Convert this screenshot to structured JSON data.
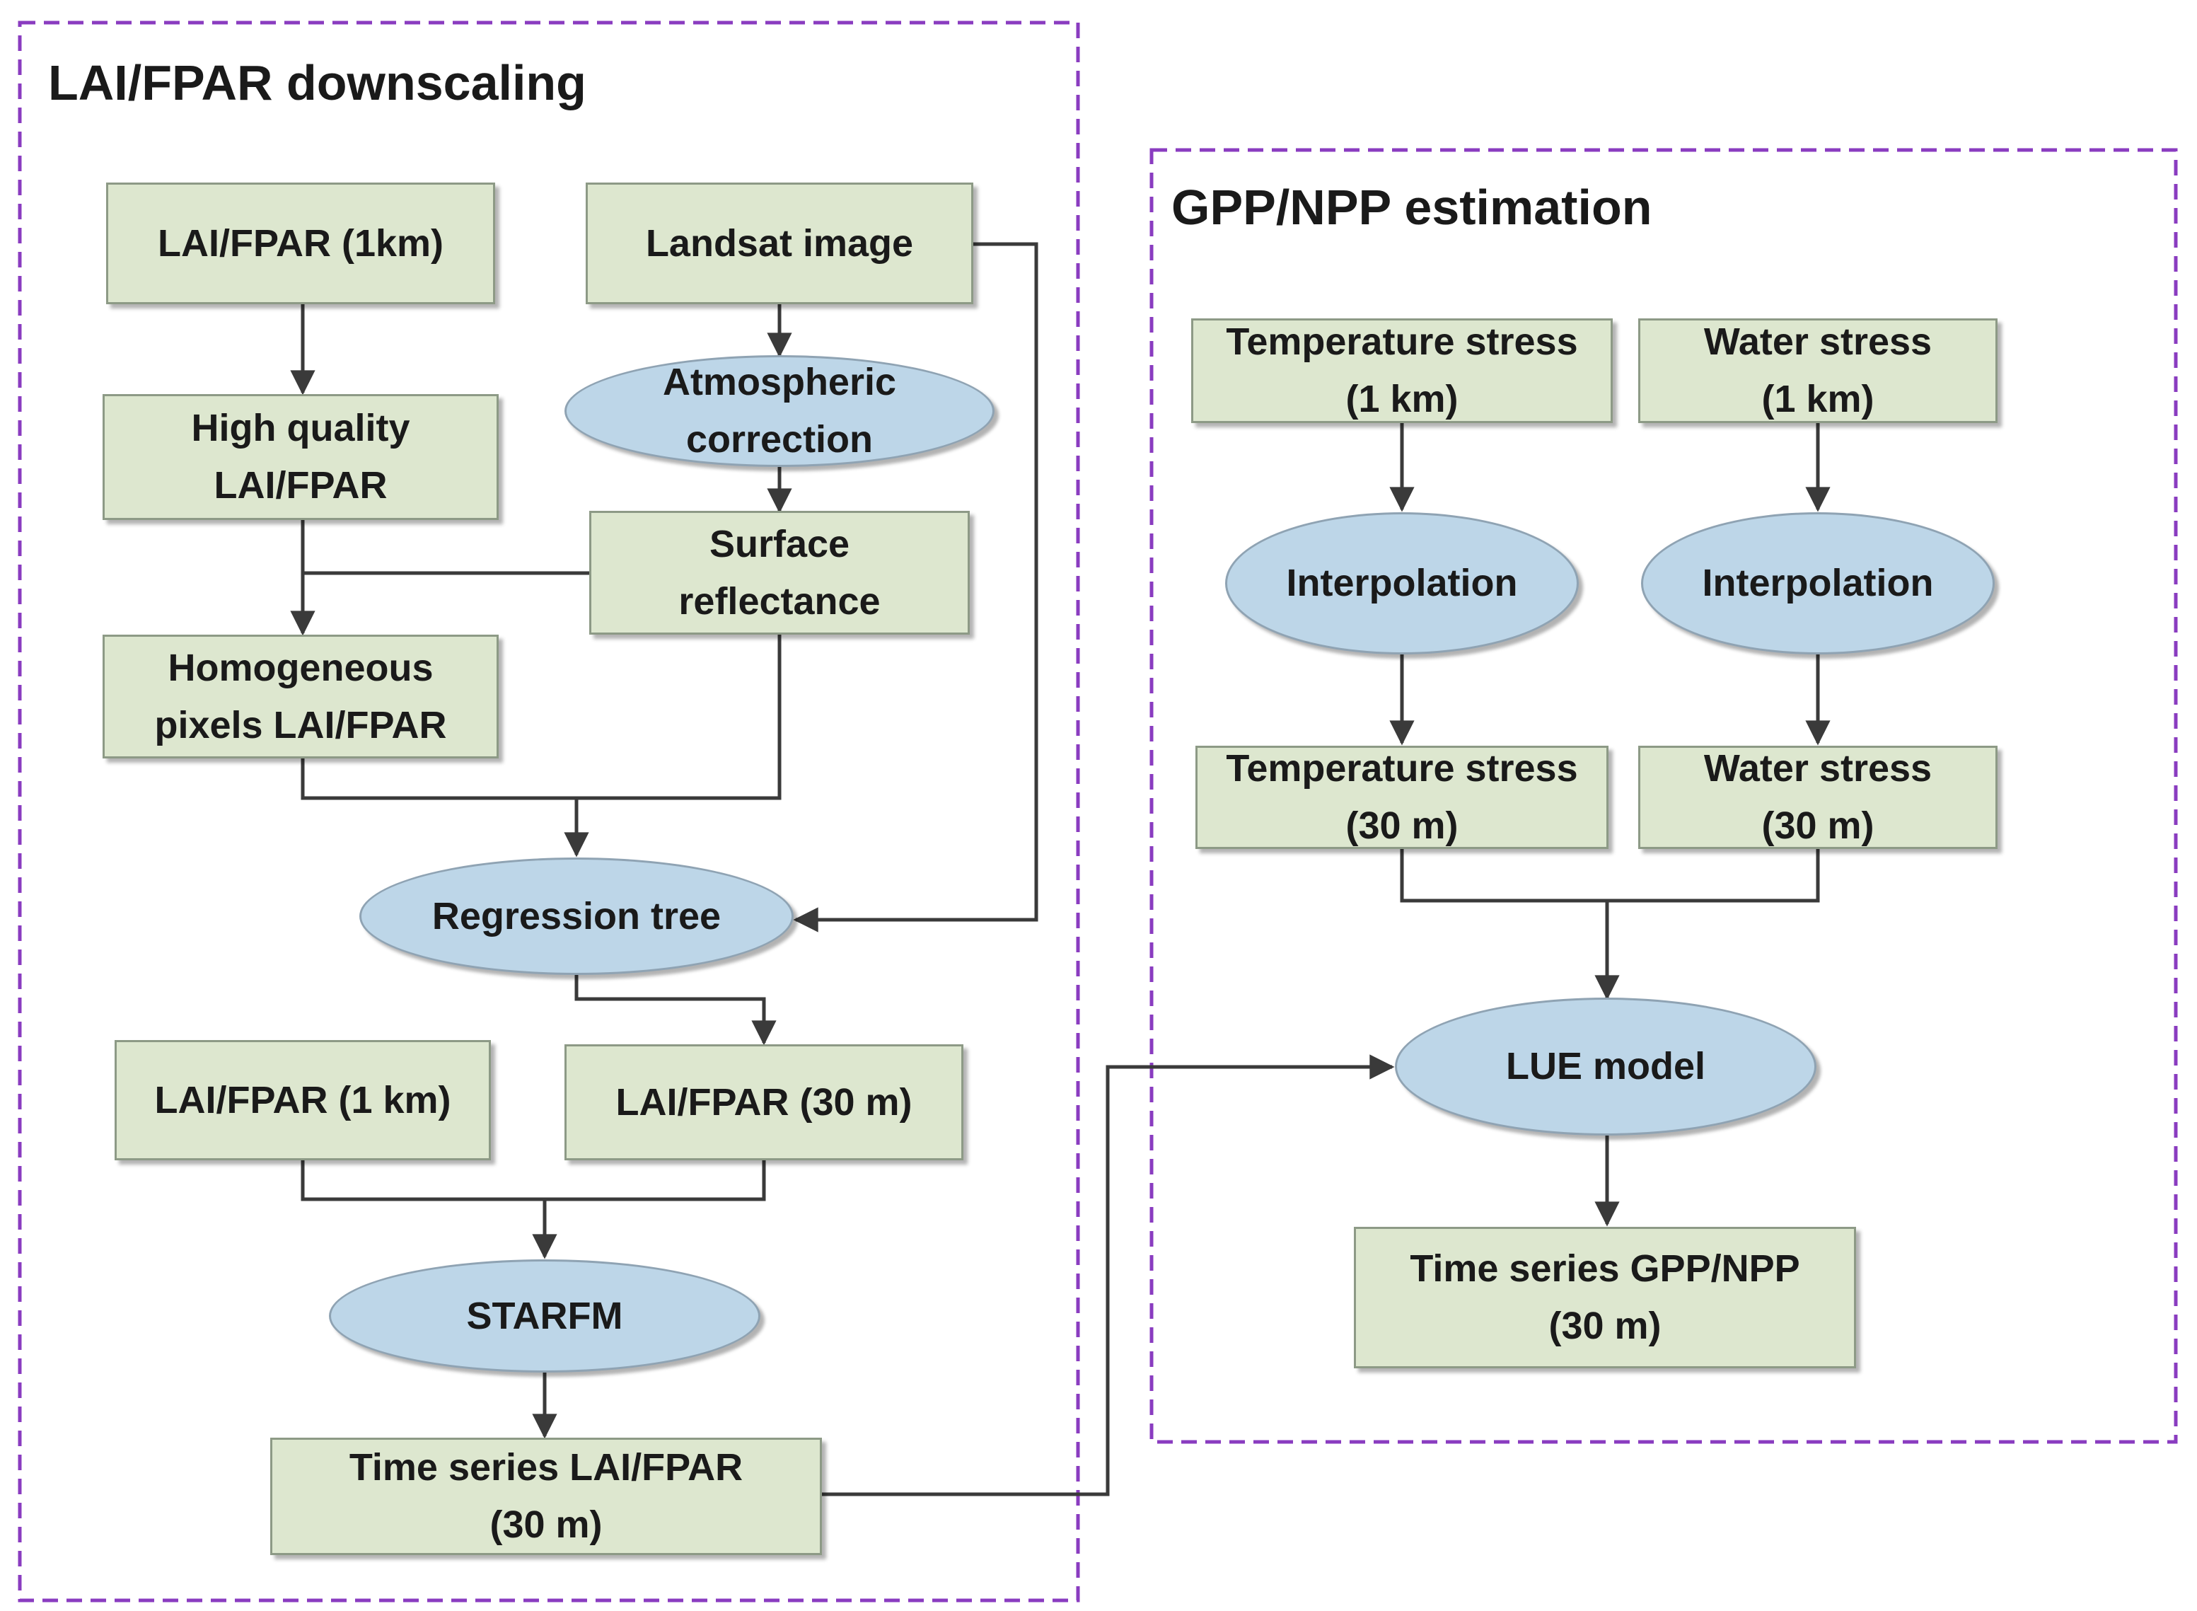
{
  "panels": {
    "downscaling": {
      "title": "LAI/FPAR downscaling"
    },
    "estimation": {
      "title": "GPP/NPP estimation"
    }
  },
  "nodes": {
    "lai_fpar_1km_top": "LAI/FPAR (1km)",
    "landsat_image": "Landsat image",
    "atmospheric_correction": "Atmospheric\ncorrection",
    "high_quality": "High quality\nLAI/FPAR",
    "surface_reflectance": "Surface\nreflectance",
    "homogeneous_pixels": "Homogeneous\npixels LAI/FPAR",
    "regression_tree": "Regression tree",
    "lai_fpar_1km_bottom": "LAI/FPAR (1 km)",
    "lai_fpar_30m": "LAI/FPAR (30 m)",
    "starfm": "STARFM",
    "time_series_lai_fpar": "Time series LAI/FPAR\n(30 m)",
    "temperature_stress_1km": "Temperature stress\n(1 km)",
    "water_stress_1km": "Water stress\n(1 km)",
    "interpolation_temp": "Interpolation",
    "interpolation_water": "Interpolation",
    "temperature_stress_30m": "Temperature stress\n(30 m)",
    "water_stress_30m": "Water stress\n(30 m)",
    "lue_model": "LUE model",
    "time_series_gpp_npp": "Time series GPP/NPP\n(30 m)"
  },
  "colors": {
    "box_fill": "#dde7cf",
    "oval_fill": "#bdd6e8",
    "panel_border": "#8a3cc0",
    "connector": "#3a3a3a"
  }
}
